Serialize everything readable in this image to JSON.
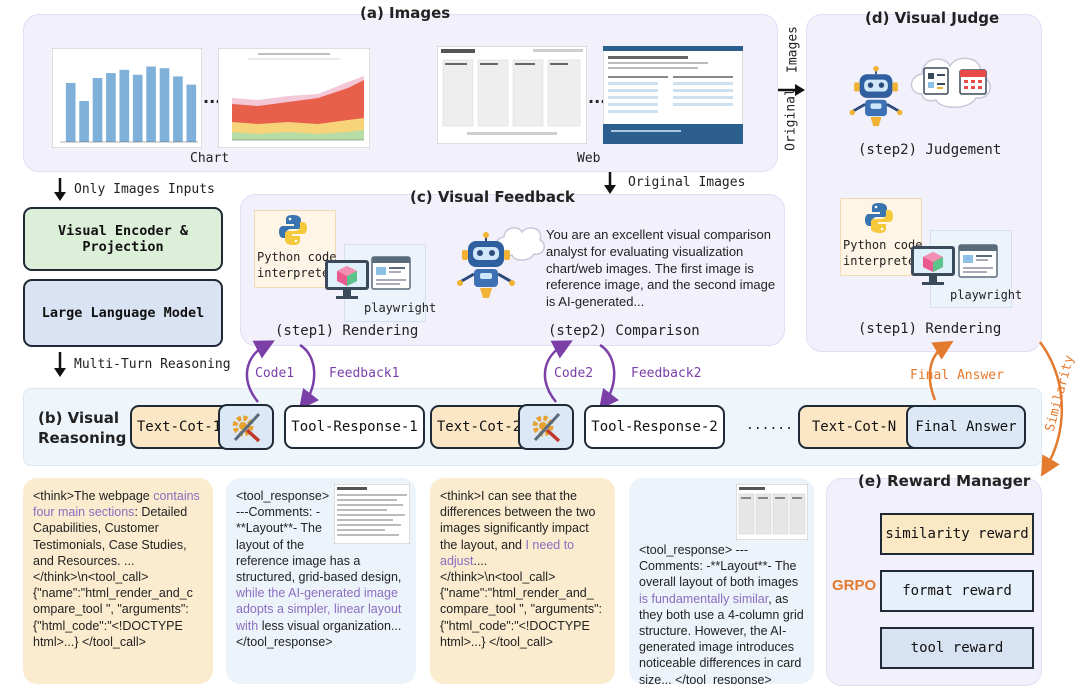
{
  "sections": {
    "images": "(a) Images",
    "visual_feedback": "(c) Visual Feedback",
    "visual_judge": "(d) Visual Judge",
    "visual_reasoning_line1": "(b) Visual",
    "visual_reasoning_line2": "Reasoning",
    "reward_manager": "(e) Reward Manager"
  },
  "images_panel": {
    "chart_label": "Chart",
    "web_label": "Web",
    "ellipsis": "..."
  },
  "left_flow": {
    "only_images": "Only Images Inputs",
    "encoder_line1": "Visual Encoder &",
    "encoder_line2": "Projection",
    "llm": "Large Language Model",
    "multi_turn": "Multi-Turn Reasoning"
  },
  "feedback": {
    "original_images": "Original Images",
    "python_line1": "Python code",
    "python_line2": "interpreter",
    "playwright": "playwright",
    "step1": "(step1) Rendering",
    "step2": "(step2) Comparison",
    "prompt": "You are an excellent visual comparison analyst for evaluating visualization chart/web images. The first image is reference image, and the second image is AI-generated..."
  },
  "judge": {
    "original_line1": "Original",
    "original_line2": "Images",
    "step2": "(step2) Judgement",
    "python_line1": "Python code",
    "python_line2": "interpreter",
    "playwright": "playwright",
    "step1": "(step1) Rendering"
  },
  "arrows": {
    "code1": "Code1",
    "feedback1": "Feedback1",
    "code2": "Code2",
    "feedback2": "Feedback2",
    "final_answer": "Final Answer",
    "similarity": "Similarity"
  },
  "reasoning_row": {
    "cot1": "Text-Cot-1",
    "resp1": "Tool-Response-1",
    "cot2": "Text-Cot-2",
    "resp2": "Tool-Response-2",
    "dots": "......",
    "cotn": "Text-Cot-N",
    "final": "Final Answer"
  },
  "texts": {
    "t1_a": "<think>The webpage ",
    "t1_hl": "contains four main sections",
    "t1_b": ": Detailed Capabilities, Customer Testimonials, Case Studies, and Resources. ... </think>\\n<tool_call> {\"name\":\"html_render_and_c ompare_tool \", \"arguments\": {\"html_code\":\"<!DOCTYPE html>...} </tool_call>",
    "t2_a": "<tool_response> ---Comments: -**Layout**- The layout of the reference image has a structured, grid-based design, ",
    "t2_hl": "while the AI-generated image adopts a simpler, linear layout with",
    "t2_b": " less visual organization... </tool_response>",
    "t3_a": "<think>I can see that the differences between the two images significantly impact the layout, and ",
    "t3_hl": "I need to adjust",
    "t3_b": ".... </think>\\n<tool_call> {\"name\":\"html_render_and_ compare_tool \", \"arguments\": {\"html_code\":\"<!DOCTYPE html>...} </tool_call>",
    "t4_a": "<tool_response> ---Comments: -**Layout**- The overall layout of both images ",
    "t4_hl": "is fundamentally similar",
    "t4_b": ", as they both use a 4-column grid structure. However, the AI-generated image introduces noticeable differences in card size... </tool_response>"
  },
  "rewards": {
    "grpo": "GRPO",
    "similarity": "similarity reward",
    "format": "format reward",
    "tool": "tool reward"
  },
  "colors": {
    "panel_lavender": "#f2f0fb",
    "panel_blue": "#eef5fb",
    "encoder_green": "#dcefd9",
    "llm_blue": "#d9e3f3",
    "cot_peach": "#fbe7c6",
    "response_white": "#ffffff",
    "final_blue": "#dce8f5",
    "text_yellow": "#fbeccf",
    "text_blue": "#edf3fa",
    "reward_peach": "#fbe9c6",
    "reward_light": "#e6f0fa",
    "reward_blue": "#d7e3f2",
    "purple_arrow": "#7b3fa8",
    "orange_arrow": "#e37a2e",
    "bar_blue": "#7fb0da"
  },
  "chart_thumbnail": {
    "type": "bar",
    "values": [
      72,
      50,
      78,
      84,
      88,
      82,
      92,
      90,
      80,
      70
    ]
  }
}
